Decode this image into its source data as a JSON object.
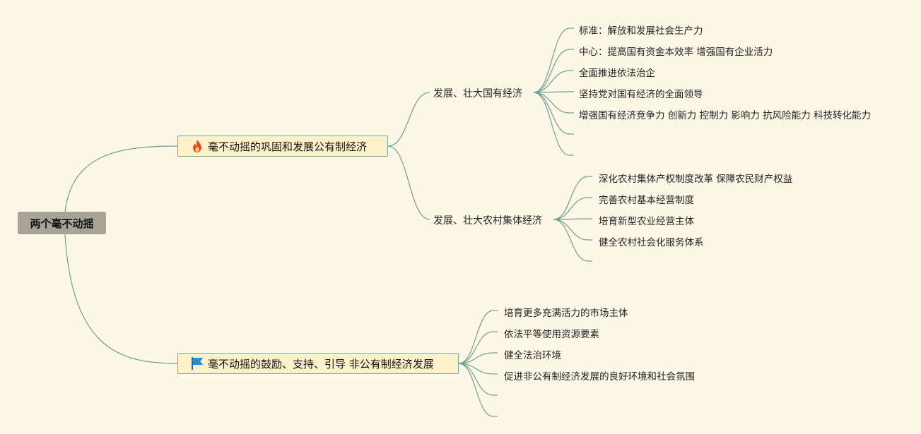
{
  "root": {
    "label": "两个毫不动摇"
  },
  "branches": [
    {
      "label": "毫不动摇的巩固和发展公有制经济",
      "icon": "fire-icon",
      "children": [
        {
          "label": "发展、壮大国有经济",
          "leaves": [
            "标准：解放和发展社会生产力",
            "中心：提高国有资金本效率 增强国有企业活力",
            "全面推进依法治企",
            "坚持党对国有经济的全面领导",
            "增强国有经济竞争力 创新力 控制力 影响力 抗风险能力 科技转化能力",
            "",
            ""
          ]
        },
        {
          "label": "发展、壮大农村集体经济",
          "leaves": [
            "深化农村集体产权制度改革 保障农民财产权益",
            "完善农村基本经营制度",
            "培育新型农业经营主体",
            "健全农村社会化服务体系",
            ""
          ]
        }
      ]
    },
    {
      "label": "毫不动摇的鼓励、支持、引导 非公有制经济发展",
      "icon": "flag-icon",
      "leaves": [
        "培育更多充满活力的市场主体",
        "依法平等使用资源要素",
        "健全法治环境",
        "促进非公有制经济发展的良好环境和社会氛围",
        "",
        ""
      ]
    }
  ],
  "colors": {
    "line": "#6f9f8f",
    "root": "#a7a396",
    "main_bg": "#fcf1c9",
    "fire": "#e8462a",
    "flag": "#1d8fd6"
  }
}
